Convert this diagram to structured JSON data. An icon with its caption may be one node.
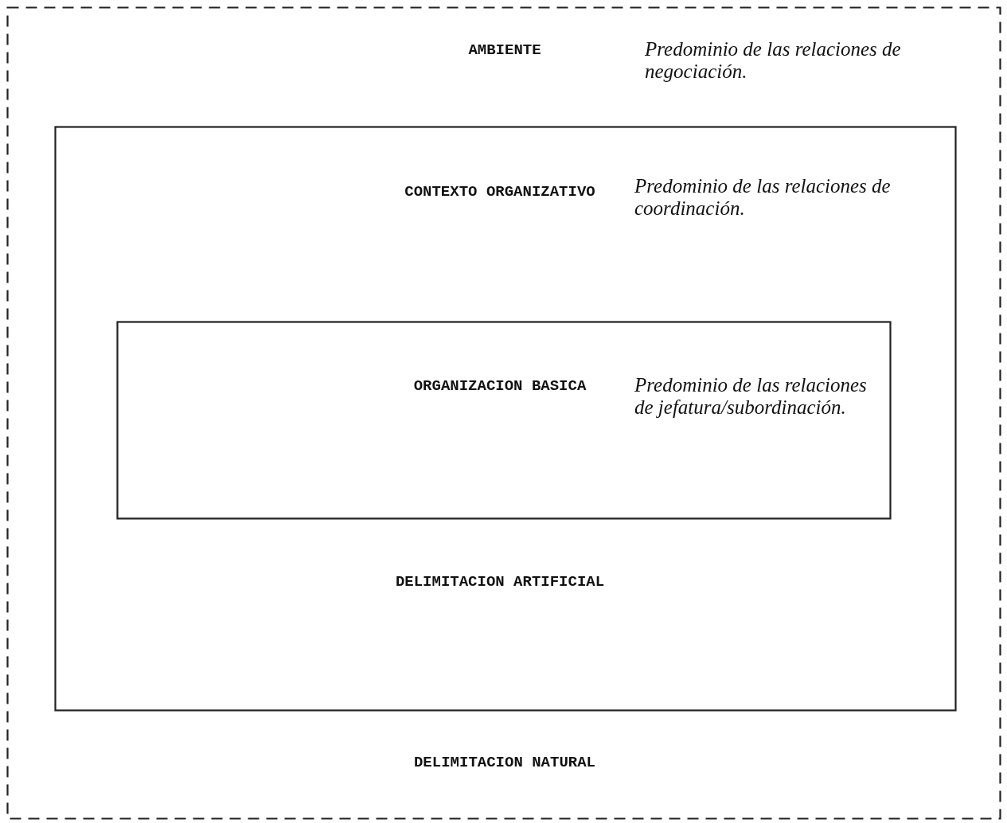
{
  "diagram": {
    "nodes": [
      {
        "text": [
          "AMBIENTE",
          "Predominio de las relaciones de negociación.",
          "DELIMITACION NATURAL"
        ]
      },
      {
        "text": [
          "CONTEXTO ORGANIZATIVO",
          "Predominio de las relaciones de coordinación.",
          "DELIMITACION ARTIFICIAL"
        ],
        "in": 0
      },
      {
        "text": [
          "ORGANIZACION BASICA",
          "Predominio de las relaciones de jefatura/subordinación."
        ],
        "in": 1
      }
    ]
  }
}
